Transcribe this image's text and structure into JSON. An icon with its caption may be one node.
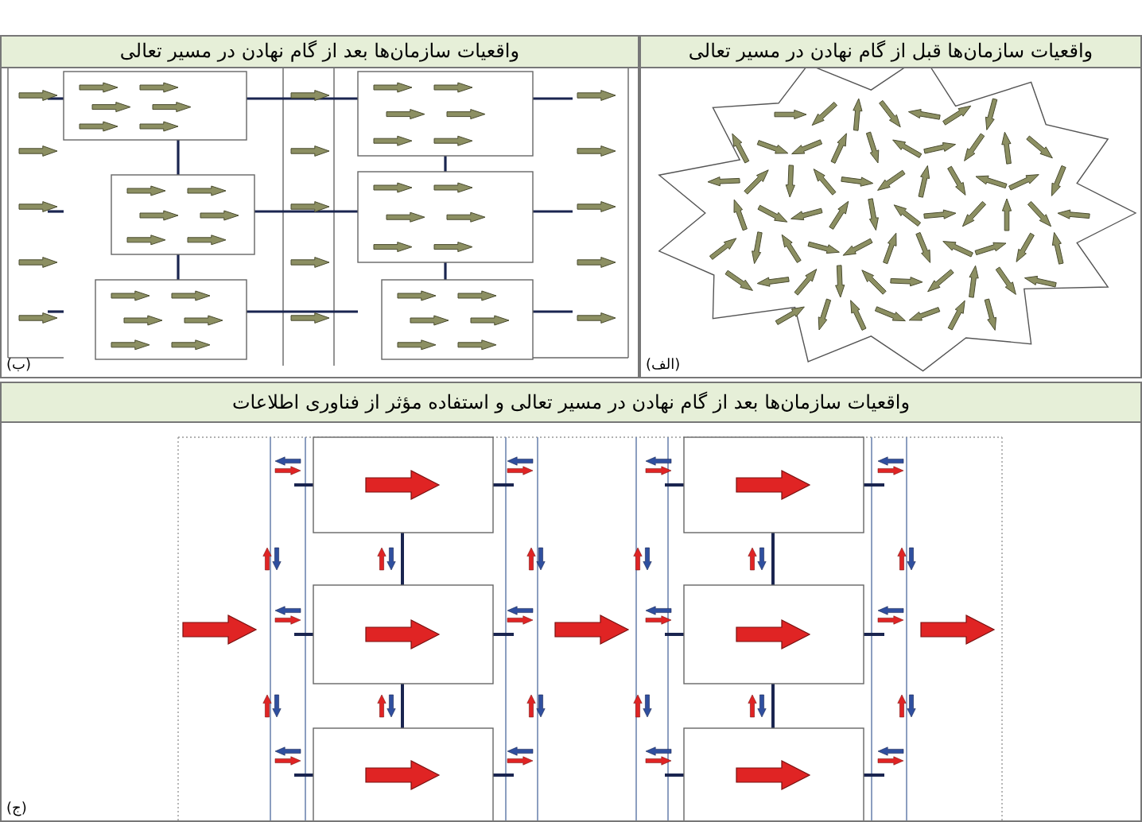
{
  "diagram": {
    "nodes": [
      {
        "text": [
          "واقعیات سازمان‌ها قبل از گام نهادن در مسیر تعالی",
          "(الف)"
        ]
      },
      {
        "text": [
          "واقعیات سازمان‌ها بعد از گام نهادن در مسیر تعالی",
          "(ب)"
        ]
      },
      {
        "text": [
          "واقعیات سازمان‌ها بعد از گام نهادن در مسیر تعالی و استفاده مؤثر از فناوری اطلاعات",
          "(ج)"
        ]
      }
    ]
  }
}
